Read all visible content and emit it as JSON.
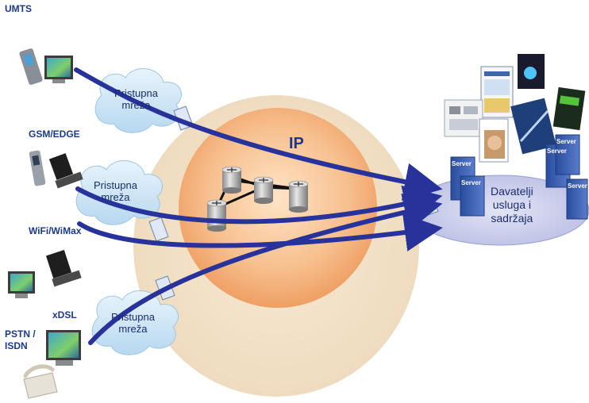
{
  "access_types": {
    "umts": "UMTS",
    "gsm": "GSM/EDGE",
    "wifi": "WiFi/WiMax",
    "xdsl": "xDSL",
    "pstn": "PSTN /\nISDN"
  },
  "access_network": {
    "line1": "Pristupna",
    "line2": "mreža"
  },
  "core": {
    "label": "IP"
  },
  "provider": {
    "line1": "Davatelji",
    "line2": "usluga i",
    "line3": "sadržaja"
  },
  "server": {
    "label": "Server"
  },
  "colors": {
    "arrow": "#27329a",
    "cloud": "#cfe6f6",
    "outer_ring": "#f2e0c6",
    "core": "#f4b07a",
    "provider": "#cfd2ec"
  }
}
